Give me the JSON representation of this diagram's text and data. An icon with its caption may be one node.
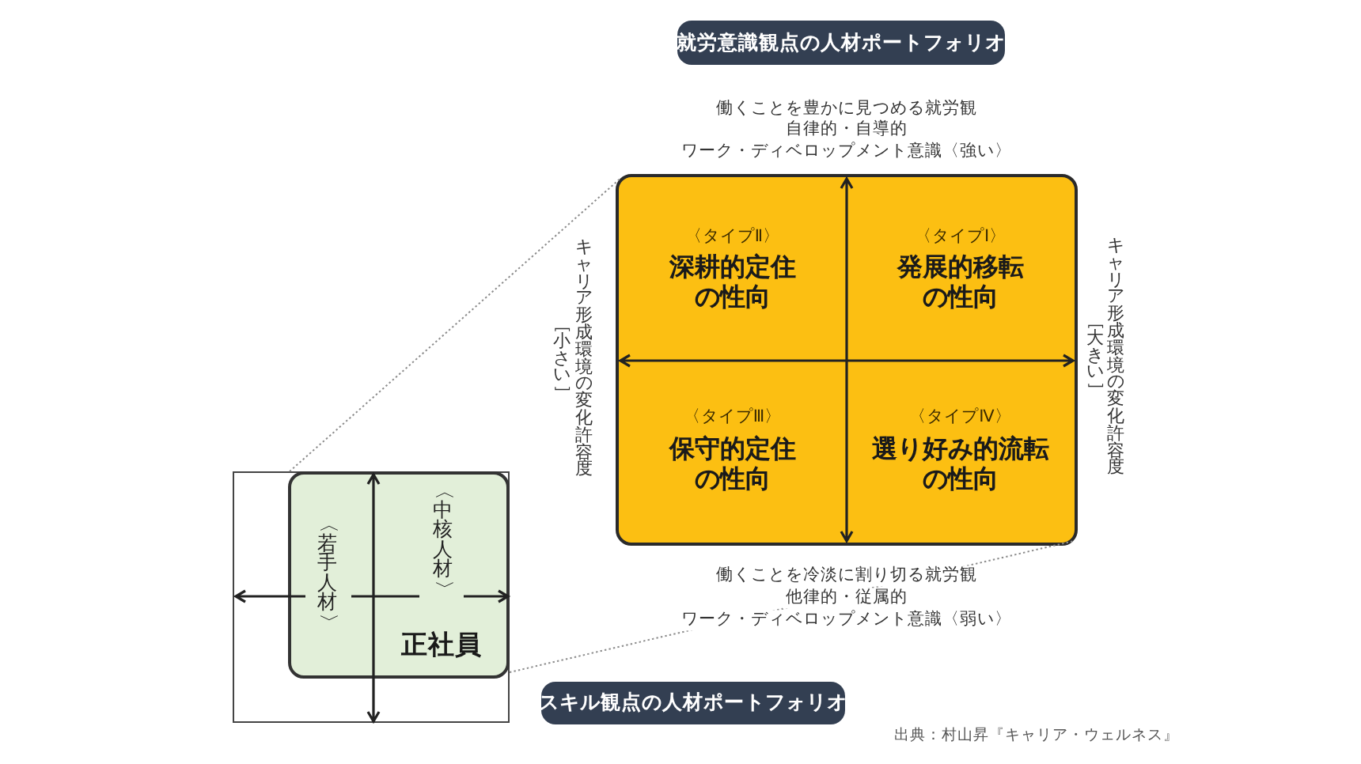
{
  "diagram": {
    "nodes": [
      {
        "text": [
          "就労意識観点の人材ポートフォリオ"
        ]
      },
      {
        "text": [
          "〈タイプⅡ〉",
          "深耕的定住の性向",
          "〈タイプⅠ〉",
          "発展的移転の性向",
          "〈タイプⅢ〉",
          "保守的定住の性向",
          "〈タイプⅣ〉",
          "選り好み的流転の性向"
        ]
      },
      {
        "text": [
          "〈若手人材〉",
          "〈中核人材〉",
          "正社員"
        ]
      },
      {
        "text": [
          "スキル観点の人材ポートフォリオ"
        ]
      }
    ],
    "edges": [
      {
        "from": 2,
        "to": 1,
        "arrow": "none",
        "style": "dashed"
      },
      {
        "from": 2,
        "to": 1,
        "arrow": "none",
        "style": "dashed"
      }
    ],
    "labels": [
      "働くことを豊かに見つめる就労観",
      "自律的・自導的",
      "ワーク・ディベロップメント意識〈強い〉",
      "キャリア形成環境の変化許容度",
      "［小さい］",
      "キャリア形成環境の変化許容度",
      "［大きい］",
      "働くことを冷淡に割り切る就労観",
      "他律的・従属的",
      "ワーク・ディベロップメント意識〈弱い〉",
      "出典：村山昇『キャリア・ウェルネス』"
    ]
  }
}
